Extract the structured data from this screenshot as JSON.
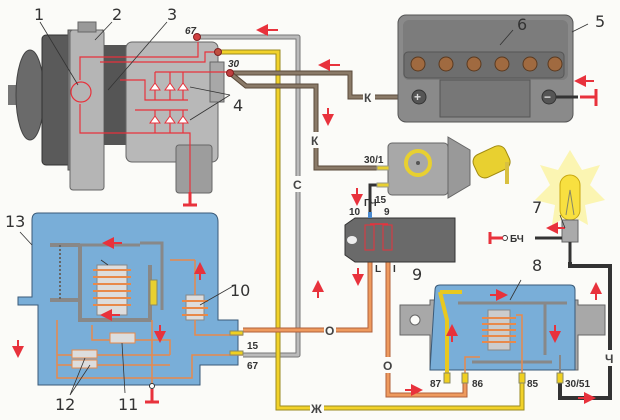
{
  "callouts": {
    "n1": "1",
    "n2": "2",
    "n3": "3",
    "n4": "4",
    "n5": "5",
    "n6": "6",
    "n7": "7",
    "n8": "8",
    "n9": "9",
    "n10": "10",
    "n11": "11",
    "n12": "12",
    "n13": "13"
  },
  "alternator": {
    "terminal_67": "67",
    "terminal_30": "30"
  },
  "ignition_switch": {
    "terminal_30_1": "30/1",
    "terminal_15": "15"
  },
  "fuse_block": {
    "terminal_10": "10",
    "terminal_9": "9",
    "wire_gch": "ГЧ",
    "label_L": "L",
    "label_I": "I"
  },
  "regulator": {
    "terminal_15": "15",
    "terminal_67": "67"
  },
  "relay": {
    "t87": "87",
    "t86": "86",
    "t85": "85",
    "t30_51": "30/51"
  },
  "lamp": {
    "wire_bch": "БЧ"
  },
  "wires": {
    "c": "С",
    "k1": "К",
    "k2": "К",
    "o1": "О",
    "o2": "О",
    "zh": "Ж",
    "ch": "Ч"
  },
  "battery": {
    "plus": "+",
    "minus": "−"
  },
  "colors": {
    "circuit_red": "#e8323c",
    "wire_gray": "#9a9a9a",
    "wire_yellow": "#f2d22a",
    "wire_brown": "#7a6a58",
    "wire_orange": "#e8894a",
    "wire_black": "#444444",
    "housing_blue": "#79aed8",
    "housing_gray": "#a8a8a8",
    "flow_arrow": "#e8323c"
  }
}
